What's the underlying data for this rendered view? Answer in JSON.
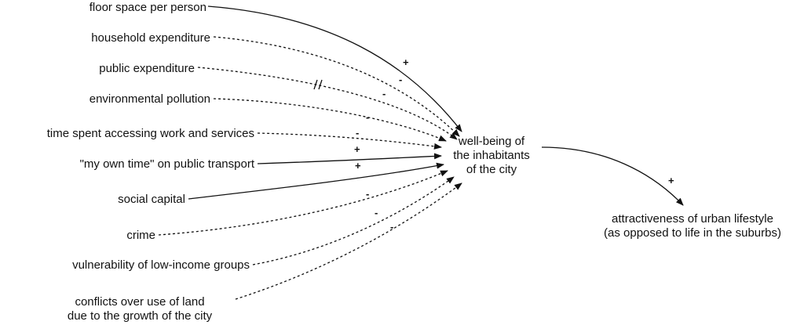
{
  "factors": [
    {
      "id": "f1",
      "text": "floor space per person",
      "polarity": "+",
      "link": "solid"
    },
    {
      "id": "f2",
      "text": "household expenditure",
      "polarity": "-",
      "link": "dashed"
    },
    {
      "id": "f3",
      "text": "public expenditure",
      "polarity": "-",
      "link": "dashed",
      "delay_mark": "//"
    },
    {
      "id": "f4",
      "text": "environmental pollution",
      "polarity": "-",
      "link": "dashed"
    },
    {
      "id": "f5",
      "text": "time spent accessing work and services",
      "polarity": "-",
      "link": "dashed"
    },
    {
      "id": "f6",
      "text": "\"my own time\" on public transport",
      "polarity": "+",
      "link": "solid"
    },
    {
      "id": "f7",
      "text": "social capital",
      "polarity": "+",
      "link": "solid"
    },
    {
      "id": "f8",
      "text": "crime",
      "polarity": "-",
      "link": "dashed"
    },
    {
      "id": "f9",
      "text": "vulnerability of low-income groups",
      "polarity": "-",
      "link": "dashed"
    },
    {
      "id": "f10",
      "text_line1": "conflicts over use of land",
      "text_line2": "due to the growth of the city",
      "polarity": "-",
      "link": "dashed"
    }
  ],
  "center": {
    "line1": "well-being of",
    "line2": "the inhabitants",
    "line3": "of the city"
  },
  "outcome": {
    "line1": "attractiveness of urban lifestyle",
    "line2": "(as opposed to life in the suburbs)",
    "polarity": "+"
  }
}
